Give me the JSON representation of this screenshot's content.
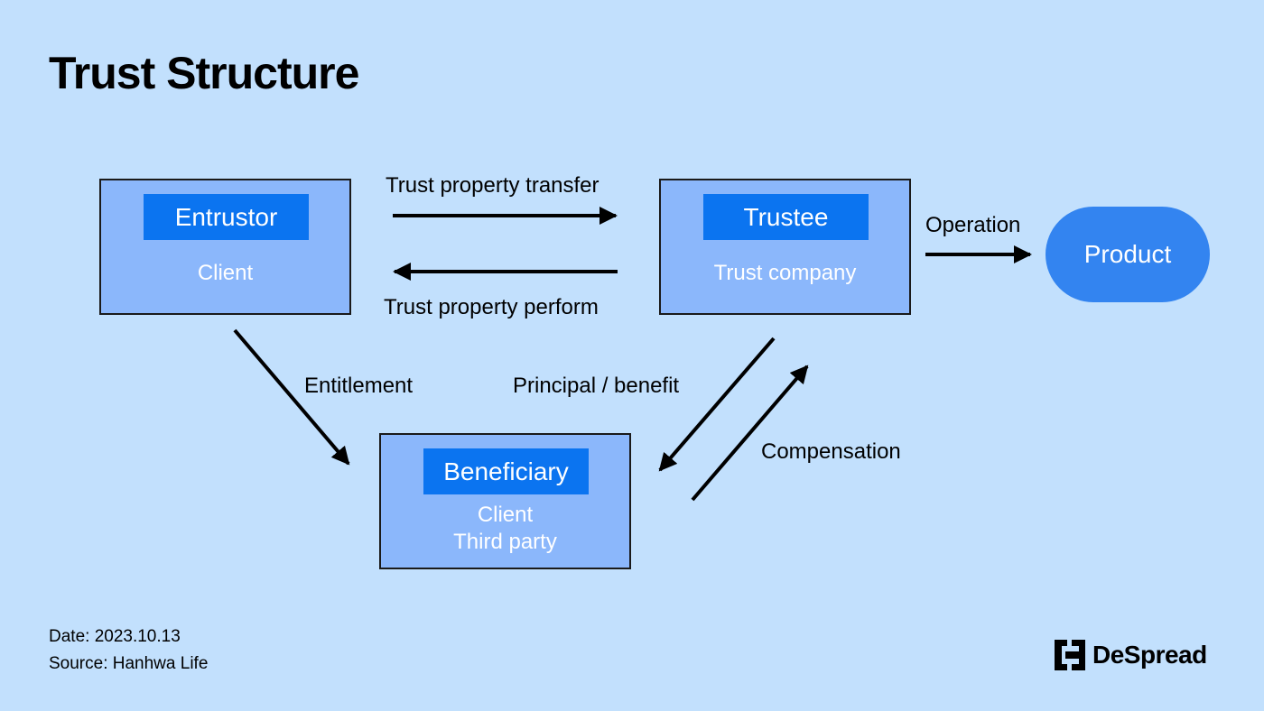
{
  "title": "Trust Structure",
  "nodes": {
    "entrustor": {
      "header": "Entrustor",
      "lines": [
        "Client"
      ]
    },
    "trustee": {
      "header": "Trustee",
      "lines": [
        "Trust company"
      ]
    },
    "beneficiary": {
      "header": "Beneficiary",
      "lines": [
        "Client",
        "Third party"
      ]
    },
    "product": {
      "label": "Product"
    }
  },
  "edges": {
    "transfer": "Trust property transfer",
    "perform": "Trust property perform",
    "operation": "Operation",
    "entitlement": "Entitlement",
    "principal": "Principal / benefit",
    "compensation": "Compensation"
  },
  "footer": {
    "date": "Date: 2023.10.13",
    "source": "Source: Hanhwa Life"
  },
  "logo": {
    "text": "DeSpread",
    "icon": "despread-logo-icon"
  },
  "colors": {
    "background": "#c2e0fd",
    "box_fill": "#8bb7fb",
    "header_fill": "#0b74f0",
    "product_fill": "#3384f0"
  }
}
